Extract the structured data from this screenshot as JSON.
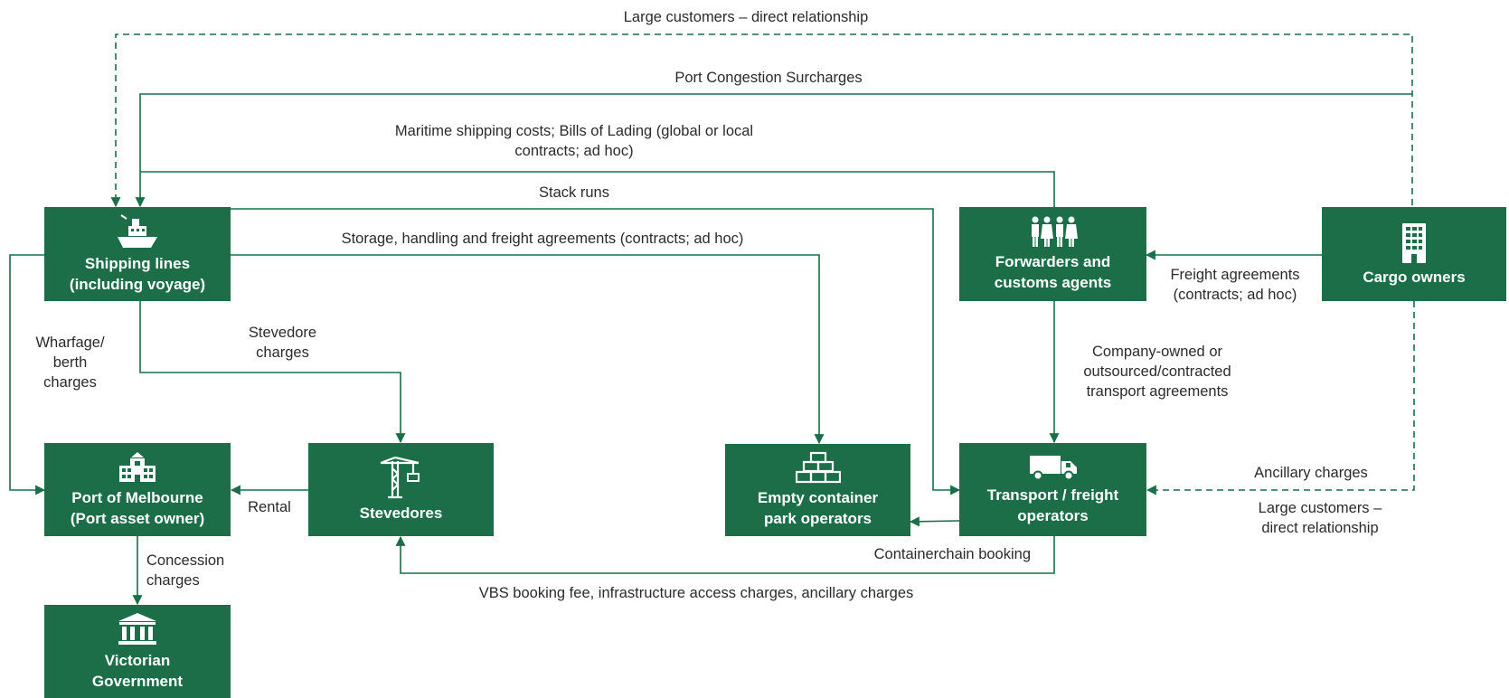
{
  "colors": {
    "node_fill": "#1b6e47",
    "node_text": "#ffffff",
    "arrow": "#1b6e47",
    "label_text": "#2b2b2b"
  },
  "nodes": {
    "shipping_lines": {
      "label": "Shipping lines\n(including voyage)",
      "icon": "ship-icon"
    },
    "forwarders": {
      "label": "Forwarders and\ncustoms agents",
      "icon": "people-icon"
    },
    "cargo_owners": {
      "label": "Cargo owners",
      "icon": "building-icon"
    },
    "port_of_melbourne": {
      "label": "Port of Melbourne\n(Port asset owner)",
      "icon": "port-building-icon"
    },
    "stevedores": {
      "label": "Stevedores",
      "icon": "crane-icon"
    },
    "empty_container_park": {
      "label": "Empty container\npark operators",
      "icon": "container-stack-icon"
    },
    "transport_operators": {
      "label": "Transport / freight\noperators",
      "icon": "truck-icon"
    },
    "victorian_government": {
      "label": "Victorian\nGovernment",
      "icon": "government-icon"
    }
  },
  "edges": {
    "large_customers_top": {
      "label": "Large customers – direct relationship",
      "style": "dashed"
    },
    "port_congestion": {
      "label": "Port Congestion Surcharges",
      "style": "solid"
    },
    "maritime_costs": {
      "label": "Maritime shipping costs; Bills of Lading (global or local\ncontracts; ad hoc)",
      "style": "solid"
    },
    "stack_runs": {
      "label": "Stack runs",
      "style": "solid"
    },
    "storage_handling": {
      "label": "Storage, handling and freight agreements (contracts; ad hoc)",
      "style": "solid"
    },
    "freight_agreements": {
      "label": "Freight agreements\n(contracts; ad hoc)",
      "style": "solid"
    },
    "company_owned": {
      "label": "Company-owned or\noutsourced/contracted\ntransport agreements",
      "style": "solid"
    },
    "wharfage": {
      "label": "Wharfage/\nberth\ncharges",
      "style": "solid"
    },
    "stevedore_charges": {
      "label": "Stevedore\ncharges",
      "style": "solid"
    },
    "rental": {
      "label": "Rental",
      "style": "solid"
    },
    "concession": {
      "label": "Concession\ncharges",
      "style": "solid"
    },
    "containerchain": {
      "label": "Containerchain booking",
      "style": "solid"
    },
    "vbs_booking": {
      "label": "VBS booking fee, infrastructure access charges, ancillary charges",
      "style": "solid"
    },
    "ancillary": {
      "label": "Ancillary charges",
      "style": "dashed"
    },
    "large_customers_right": {
      "label": "Large customers –\ndirect relationship",
      "style": "dashed"
    }
  }
}
